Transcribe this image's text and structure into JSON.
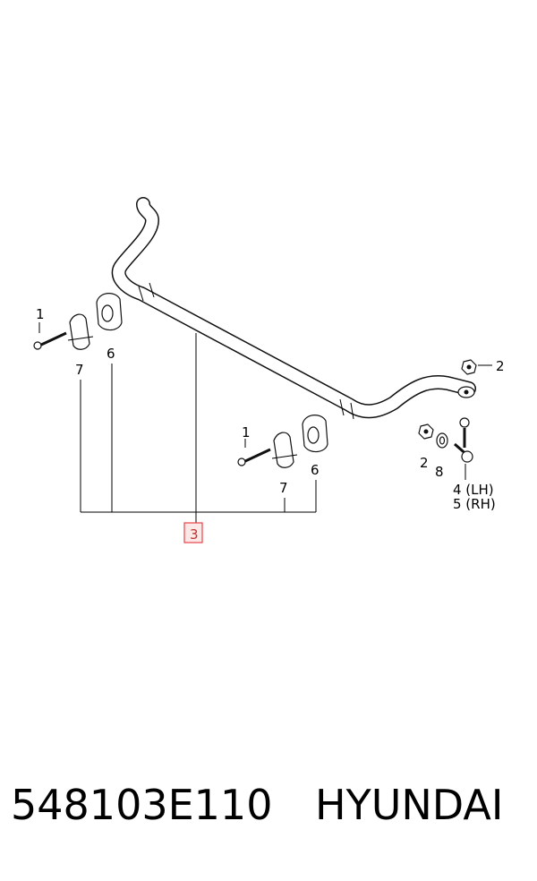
{
  "diagram": {
    "callouts": {
      "bolt_left": "1",
      "bolt_right": "1",
      "nut_top": "2",
      "nut_bottom": "2",
      "assembly": "3",
      "link_lh": "4 (LH)",
      "link_rh": "5 (RH)",
      "bushing_left": "6",
      "bushing_right": "6",
      "bracket_left": "7",
      "bracket_right": "7",
      "washer": "8"
    },
    "highlight_color": "#e8424a"
  },
  "footer": {
    "part_number": "548103E110",
    "brand": "HYUNDAI"
  }
}
